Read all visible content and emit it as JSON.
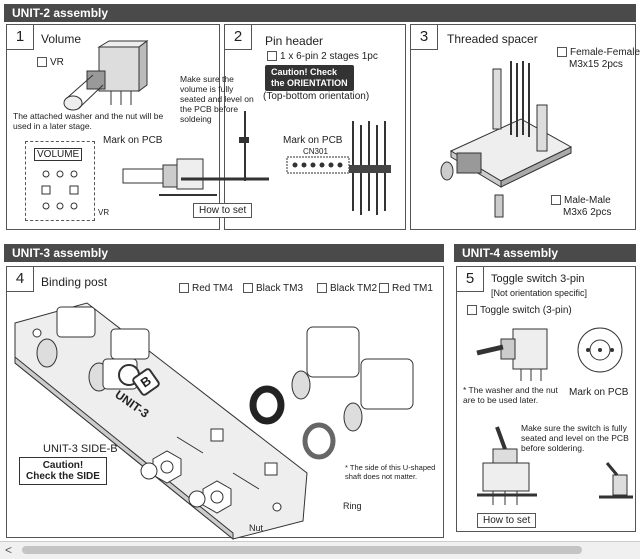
{
  "unit2": {
    "header": "UNIT-2 assembly",
    "p1": {
      "num": "1",
      "title": "Volume",
      "check": "VR",
      "note": "The attached washer and the nut will be used in a later stage.",
      "mark_label": "Mark on PCB",
      "silk": "VOLUME",
      "vr_label": "VR"
    },
    "p2": {
      "num": "2",
      "title": "Pin header",
      "check": "1 x 6-pin  2 stages   1pc",
      "caution1": "Caution! Check",
      "caution2": "the ORIENTATION",
      "orient": "(Top-bottom orientation)",
      "side_note": "Make sure the volume is fully seated and level on the PCB before soldeing",
      "mark_label": "Mark on PCB",
      "cn": "CN301",
      "howto": "How to set"
    },
    "p3": {
      "num": "3",
      "title": "Threaded spacer",
      "ff": "Female-Female",
      "ff_spec": "M3x15   2pcs",
      "mm": "Male-Male",
      "mm_spec": "M3x6    2pcs"
    }
  },
  "unit3": {
    "header": "UNIT-3 assembly",
    "p4": {
      "num": "4",
      "title": "Binding post",
      "red4": "Red TM4",
      "black3": "Black TM3",
      "black2": "Black TM2",
      "red1": "Red TM1",
      "side_label": "UNIT-3  SIDE-B",
      "caution1": "Caution!",
      "caution2": "Check the SIDE",
      "shaft_note": "* The side of this U-shaped shaft does not matter.",
      "ring": "Ring",
      "nut": "Nut",
      "plate_text": "UNIT-3",
      "badge": "B"
    }
  },
  "unit4": {
    "header": "UNIT-4 assembly",
    "p5": {
      "num": "5",
      "title": "Toggle switch  3-pin",
      "sub": "[Not orientation specific]",
      "check": "Toggle switch (3-pin)",
      "washer_note": "* The washer and the nut are to be used later.",
      "mark_label": "Mark on PCB",
      "seat_note": "Make sure the switch is fully seated and level on the PCB before soldering.",
      "howto": "How to set"
    }
  },
  "scrollbar": {
    "arrow": "<"
  }
}
